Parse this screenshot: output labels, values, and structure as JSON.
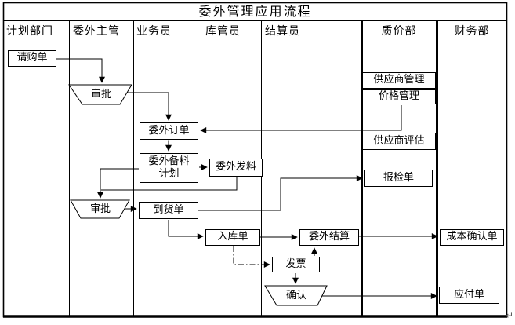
{
  "title": "委外管理应用流程",
  "columns": [
    {
      "label": "计划部门"
    },
    {
      "label": "委外主管"
    },
    {
      "label": "业务员"
    },
    {
      "label": "库管员"
    },
    {
      "label": "结算员"
    },
    {
      "label": "质价部"
    },
    {
      "label": "财务部"
    }
  ],
  "nodes": {
    "purchase_requisition": {
      "label": "请购单",
      "type": "document"
    },
    "approval_1": {
      "label": "审批",
      "type": "manual-operation"
    },
    "outsourcing_order": {
      "label": "委外订单",
      "type": "document"
    },
    "outsourcing_material_plan": {
      "label": "委外备料\n计划",
      "type": "document"
    },
    "outsourcing_material_issue": {
      "label": "委外发料",
      "type": "document"
    },
    "approval_2": {
      "label": "审批",
      "type": "manual-operation"
    },
    "arrival_note": {
      "label": "到货单",
      "type": "document"
    },
    "warehouse_receipt": {
      "label": "入库单",
      "type": "document"
    },
    "outsourcing_settlement": {
      "label": "委外结算",
      "type": "document"
    },
    "invoice": {
      "label": "发票",
      "type": "document"
    },
    "confirm": {
      "label": "确认",
      "type": "manual-operation"
    },
    "supplier_management": {
      "label": "供应商管理",
      "type": "document"
    },
    "price_management": {
      "label": "价格管理",
      "type": "document"
    },
    "supplier_evaluation": {
      "label": "供应商评估",
      "type": "document"
    },
    "inspection_request": {
      "label": "报检单",
      "type": "document"
    },
    "cost_confirmation": {
      "label": "成本确认单",
      "type": "document"
    },
    "payable_note": {
      "label": "应付单",
      "type": "document"
    }
  },
  "misc": {
    "paragraph_mark": "↵"
  },
  "colors": {
    "line": "#000000",
    "background": "#ffffff",
    "text": "#000000"
  }
}
